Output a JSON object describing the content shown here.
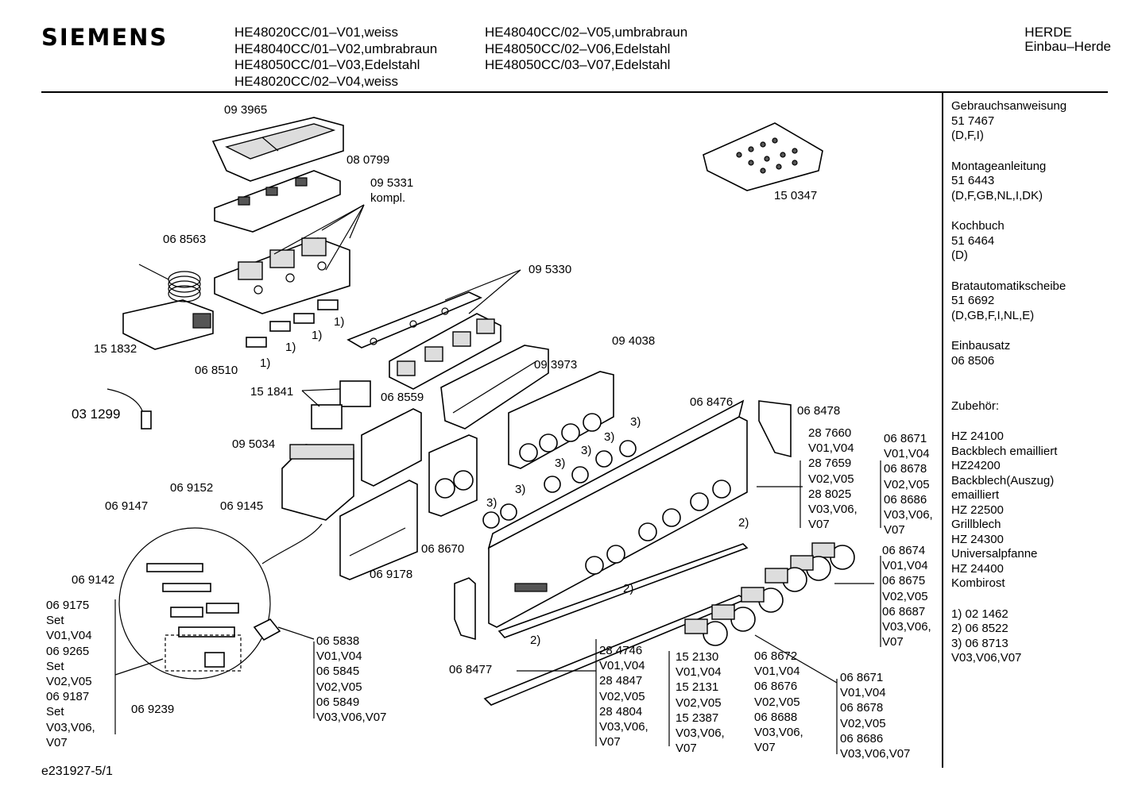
{
  "header": {
    "brand": "SIEMENS",
    "models_col1": [
      "HE48020CC/01–V01,weiss",
      "HE48040CC/01–V02,umbrabraun",
      "HE48050CC/01–V03,Edelstahl",
      "HE48020CC/02–V04,weiss"
    ],
    "models_col2": [
      "HE48040CC/02–V05,umbrabraun",
      "HE48050CC/02–V06,Edelstahl",
      "HE48050CC/03–V07,Edelstahl"
    ],
    "category": [
      "HERDE",
      "Einbau–Herde"
    ]
  },
  "sidebar": {
    "blocks": [
      [
        "Gebrauchsanweisung",
        "51 7467",
        "(D,F,I)"
      ],
      [
        "Montageanleitung",
        "51 6443",
        "(D,F,GB,NL,I,DK)"
      ],
      [
        "Kochbuch",
        "51 6464",
        "(D)"
      ],
      [
        "Bratautomatikscheibe",
        "51 6692",
        "(D,GB,F,I,NL,E)"
      ],
      [
        "Einbausatz",
        "06 8506"
      ],
      [
        "",
        "Zubehör:"
      ],
      [
        "HZ 24100",
        "Backblech emailliert",
        "HZ24200",
        "Backblech(Auszug)",
        "emailliert",
        "HZ 22500",
        "Grillblech",
        "HZ 24300",
        "Universalpfanne",
        "HZ 24400",
        "Kombirost"
      ],
      [
        "1)  02 1462",
        "2)  06 8522",
        "3)  06 8713",
        "      V03,V06,V07"
      ]
    ]
  },
  "labels": {
    "l_093965": [
      "09 3965"
    ],
    "l_080799": [
      "08 0799"
    ],
    "l_095331": [
      "09 5331",
      "kompl."
    ],
    "l_068563": [
      "06 8563"
    ],
    "l_095330": [
      "09 5330"
    ],
    "l_151832": [
      "15 1832"
    ],
    "l_068510": [
      "06 8510"
    ],
    "l_fn1a": [
      "1)"
    ],
    "l_fn1b": [
      "1)"
    ],
    "l_fn1c": [
      "1)"
    ],
    "l_fn1d": [
      "1)"
    ],
    "l_094038": [
      "09 4038"
    ],
    "l_093973": [
      "09 3973"
    ],
    "l_150347": [
      "15 0347"
    ],
    "l_151841": [
      "15 1841"
    ],
    "l_068559": [
      "06 8559"
    ],
    "l_031299": [
      "03 1299"
    ],
    "l_095034": [
      "09 5034"
    ],
    "l_068476": [
      "06 8476"
    ],
    "l_068478": [
      "06 8478"
    ],
    "l_287660": [
      "28 7660",
      "V01,V04",
      "28 7659",
      "V02,V05",
      "28 8025",
      "V03,V06,",
      "V07"
    ],
    "l_068671a": [
      "06 8671",
      "V01,V04",
      "06 8678",
      "V02,V05",
      "06 8686",
      "V03,V06,",
      "V07"
    ],
    "l_069152": [
      "06 9152"
    ],
    "l_069147": [
      "06 9147"
    ],
    "l_069145": [
      "06 9145"
    ],
    "l_fn3a": [
      "3)"
    ],
    "l_fn3b": [
      "3)"
    ],
    "l_fn3c": [
      "3)"
    ],
    "l_fn3d": [
      "3)"
    ],
    "l_fn3e": [
      "3)"
    ],
    "l_fn3f": [
      "3)"
    ],
    "l_fn2a": [
      "2)"
    ],
    "l_fn2b": [
      "2)"
    ],
    "l_fn2c": [
      "2)"
    ],
    "l_068670": [
      "06 8670"
    ],
    "l_069178": [
      "06 9178"
    ],
    "l_069142": [
      "06 9142"
    ],
    "l_069175": [
      "06 9175",
      "Set",
      "V01,V04",
      "06 9265",
      "Set",
      "V02,V05",
      "06 9187",
      "Set",
      "V03,V06,",
      "V07"
    ],
    "l_069239": [
      "06 9239"
    ],
    "l_065838": [
      "06 5838",
      "V01,V04",
      "06 5845",
      "V02,V05",
      "06 5849",
      "V03,V06,V07"
    ],
    "l_068477": [
      "06 8477"
    ],
    "l_284746": [
      "28 4746",
      "V01,V04",
      "28 4847",
      "V02,V05",
      "28 4804",
      "V03,V06,",
      "V07"
    ],
    "l_152130": [
      "15 2130",
      "V01,V04",
      "15 2131",
      "V02,V05",
      "15 2387",
      "V03,V06,",
      "V07"
    ],
    "l_068672": [
      "06 8672",
      "V01,V04",
      "06 8676",
      "V02,V05",
      "06 8688",
      "V03,V06,",
      "V07"
    ],
    "l_068674": [
      "06 8674",
      "V01,V04",
      "06 8675",
      "V02,V05",
      "06 8687",
      "V03,V06,",
      "V07"
    ],
    "l_068671b": [
      "06 8671",
      "V01,V04",
      "06 8678",
      "V02,V05",
      "06 8686",
      "V03,V06,V07"
    ]
  },
  "footer": "e231927-5/1"
}
